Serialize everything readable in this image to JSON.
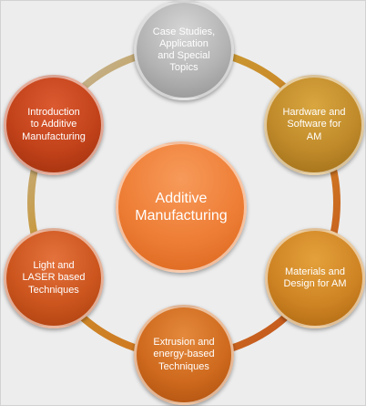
{
  "diagram": {
    "center": {
      "label": "Additive\nManufacturing",
      "color": "#ee7e36"
    },
    "nodes": [
      {
        "id": "case-studies",
        "label": "Case Studies,\nApplication\nand Special\nTopics",
        "color": "#b3b3b3"
      },
      {
        "id": "hardware",
        "label": "Hardware and\nSoftware for\nAM",
        "color": "#c08a2a"
      },
      {
        "id": "materials",
        "label": "Materials and\nDesign for AM",
        "color": "#cf8424"
      },
      {
        "id": "extrusion",
        "label": "Extrusion and\nenergy-based\nTechniques",
        "color": "#cf6a1e"
      },
      {
        "id": "light-laser",
        "label": "Light and\nLASER based\nTechniques",
        "color": "#cc551e"
      },
      {
        "id": "introduction",
        "label": "Introduction\nto Additive\nManufacturing",
        "color": "#c2421a"
      }
    ],
    "ring_colors": [
      "#b8b8b8",
      "#c59333",
      "#cf8a2a",
      "#cc6a22",
      "#c24a1c"
    ]
  }
}
